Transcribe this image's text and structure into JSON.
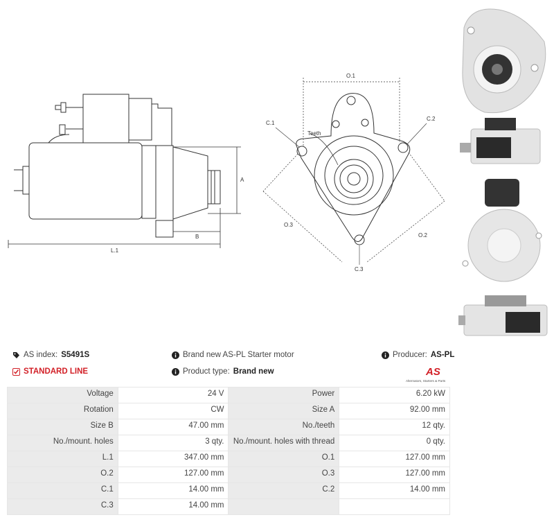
{
  "diagram": {
    "side_labels": {
      "L1": "L.1",
      "A": "A",
      "B": "B"
    },
    "front_labels": {
      "O1": "O.1",
      "O2": "O.2",
      "O3": "O.3",
      "C1": "C.1",
      "C2": "C.2",
      "C3": "C.3",
      "teeth": "Teeth"
    }
  },
  "info": {
    "as_index_label": "AS index:",
    "as_index_value": "S5491S",
    "standard_line": "STANDARD LINE",
    "description": "Brand new AS-PL Starter motor",
    "product_type_label": "Product type:",
    "product_type_value": "Brand new",
    "producer_label": "Producer:",
    "producer_value": "AS-PL",
    "logo_text": "AS",
    "logo_tagline": "Alternators, Starters & Parts",
    "colors": {
      "accent_red": "#d21f26"
    }
  },
  "specs": [
    {
      "l1": "Voltage",
      "v1": "24 V",
      "l2": "Power",
      "v2": "6.20 kW"
    },
    {
      "l1": "Rotation",
      "v1": "CW",
      "l2": "Size A",
      "v2": "92.00 mm"
    },
    {
      "l1": "Size B",
      "v1": "47.00 mm",
      "l2": "No./teeth",
      "v2": "12 qty."
    },
    {
      "l1": "No./mount. holes",
      "v1": "3 qty.",
      "l2": "No./mount. holes with thread",
      "v2": "0 qty."
    },
    {
      "l1": "L.1",
      "v1": "347.00 mm",
      "l2": "O.1",
      "v2": "127.00 mm"
    },
    {
      "l1": "O.2",
      "v1": "127.00 mm",
      "l2": "O.3",
      "v2": "127.00 mm"
    },
    {
      "l1": "C.1",
      "v1": "14.00 mm",
      "l2": "C.2",
      "v2": "14.00 mm"
    },
    {
      "l1": "C.3",
      "v1": "14.00 mm",
      "l2": "",
      "v2": ""
    }
  ]
}
